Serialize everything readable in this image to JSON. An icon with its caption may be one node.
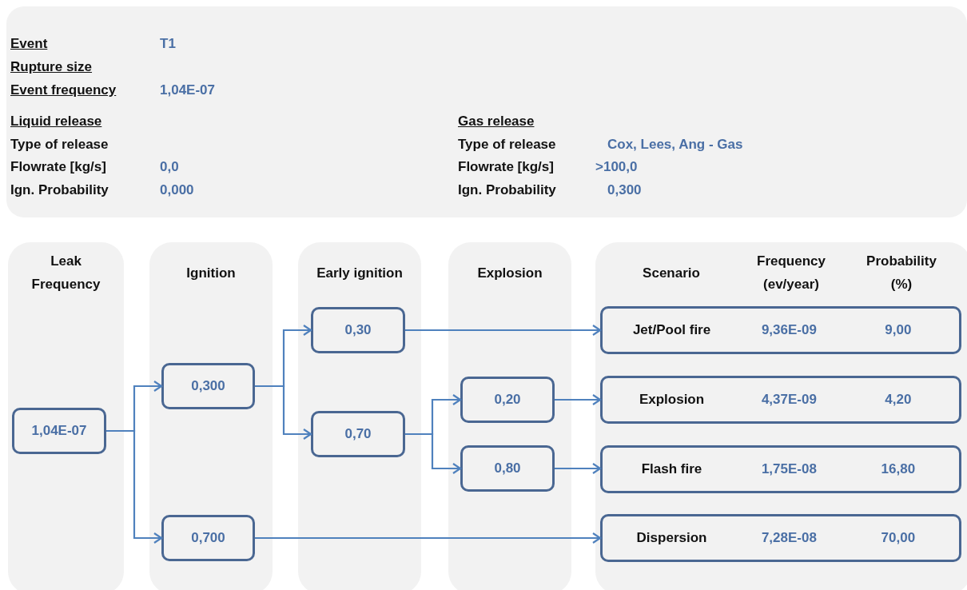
{
  "diagram": {
    "nodes": [
      {
        "text": [
          "Leak Frequency"
        ]
      },
      {
        "text": [
          "Ignition"
        ]
      },
      {
        "text": [
          "Early ignition"
        ]
      },
      {
        "text": [
          "Explosion"
        ]
      },
      {
        "text": [
          "Scenario",
          "Frequency (ev/year)",
          "Probability (%)"
        ]
      },
      {
        "text": [
          "1,04E-07"
        ],
        "in": 0
      },
      {
        "text": [
          "0,300"
        ],
        "in": 1
      },
      {
        "text": [
          "0,700"
        ],
        "in": 1
      },
      {
        "text": [
          "0,30"
        ],
        "in": 2
      },
      {
        "text": [
          "0,70"
        ],
        "in": 2
      },
      {
        "text": [
          "0,20"
        ],
        "in": 3
      },
      {
        "text": [
          "0,80"
        ],
        "in": 3
      },
      {
        "text": [
          "Jet/Pool fire",
          "9,36E-09",
          "9,00"
        ],
        "in": 4
      },
      {
        "text": [
          "Explosion",
          "4,37E-09",
          "4,20"
        ],
        "in": 4
      },
      {
        "text": [
          "Flash fire",
          "1,75E-08",
          "16,80"
        ],
        "in": 4
      },
      {
        "text": [
          "Dispersion",
          "7,28E-08",
          "70,00"
        ],
        "in": 4
      }
    ],
    "edges": [
      {
        "from": 5,
        "to": 6,
        "arrow": "to"
      },
      {
        "from": 5,
        "to": 7,
        "arrow": "to"
      },
      {
        "from": 6,
        "to": 8,
        "arrow": "to"
      },
      {
        "from": 6,
        "to": 9,
        "arrow": "to"
      },
      {
        "from": 9,
        "to": 10,
        "arrow": "to"
      },
      {
        "from": 9,
        "to": 11,
        "arrow": "to"
      },
      {
        "from": 8,
        "to": 12,
        "arrow": "to"
      },
      {
        "from": 10,
        "to": 13,
        "arrow": "to"
      },
      {
        "from": 11,
        "to": 14,
        "arrow": "to"
      },
      {
        "from": 7,
        "to": 15,
        "arrow": "to"
      }
    ],
    "labels": [
      "Event",
      "T1",
      "Rupture size",
      "Event frequency",
      "1,04E-07",
      "Liquid release",
      "Gas release",
      "Type of release",
      "Type of release",
      "Cox, Lees, Ang - Gas",
      "Flowrate [kg/s]",
      "0,0",
      "Flowrate [kg/s]",
      ">100,0",
      "Ign. Probability",
      "0,000",
      "Ign. Probability",
      "0,300"
    ]
  }
}
